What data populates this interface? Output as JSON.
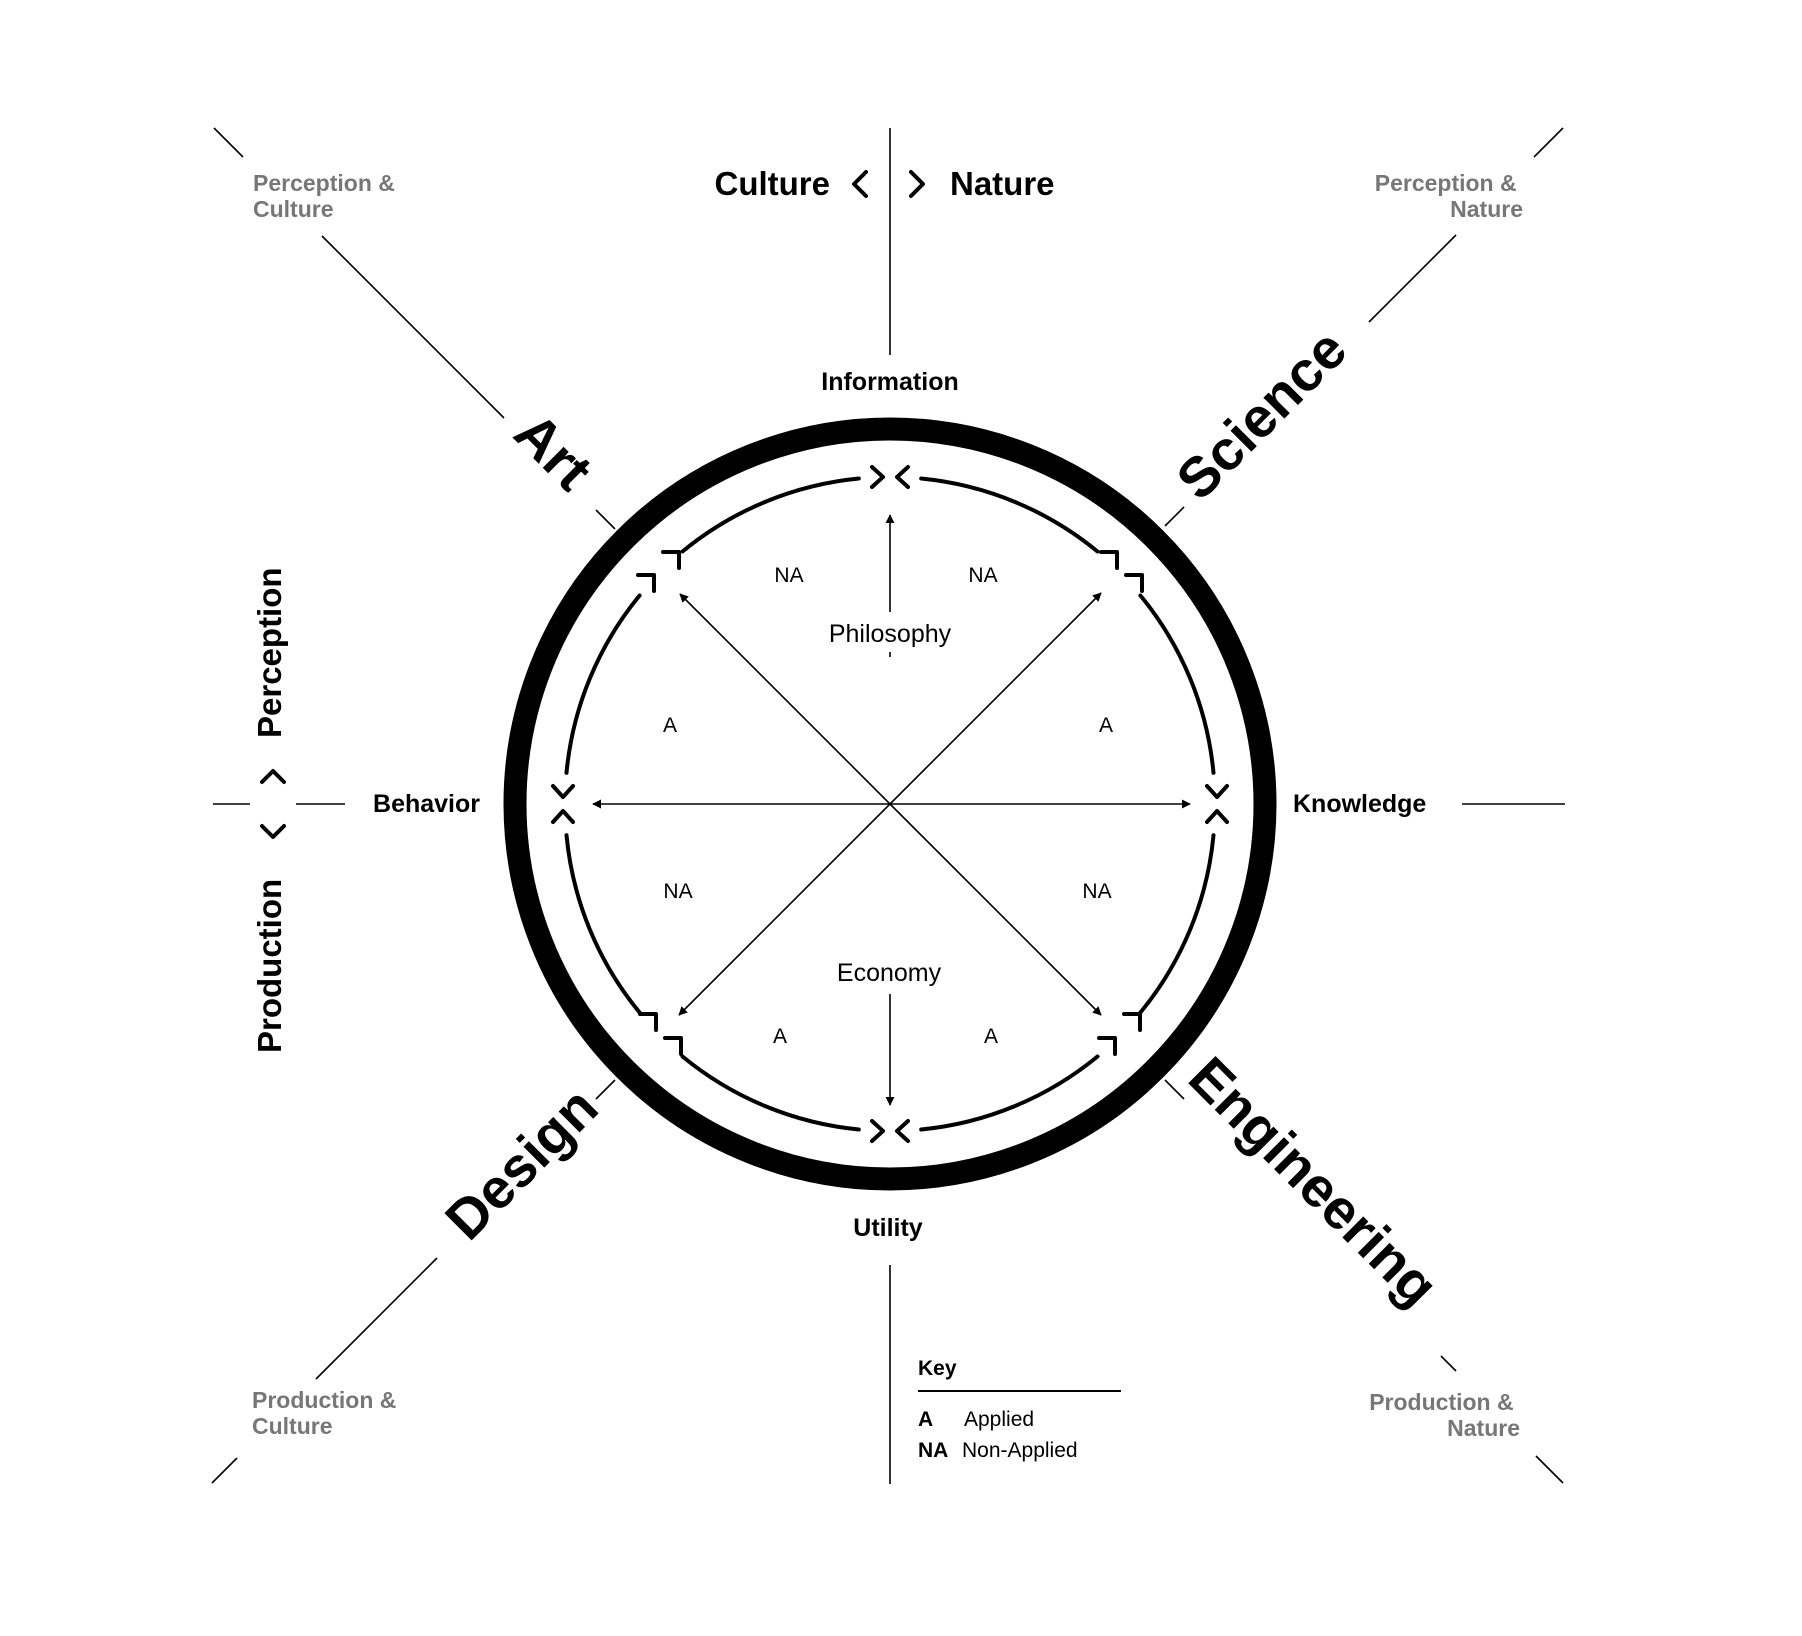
{
  "colors": {
    "ink": "#000000",
    "muted": "#777777",
    "background": "#ffffff"
  },
  "axes": {
    "top_left": "Culture",
    "top_right": "Nature",
    "left_top": "Perception",
    "left_bottom": "Production"
  },
  "nodes": {
    "top": "Information",
    "bottom": "Utility",
    "left": "Behavior",
    "right": "Knowledge"
  },
  "disciplines": {
    "art": "Art",
    "science": "Science",
    "design": "Design",
    "engineering": "Engineering"
  },
  "corners": {
    "top_left": [
      "Perception &",
      "Culture"
    ],
    "top_right": [
      "Perception &",
      "Nature"
    ],
    "bottom_left": [
      "Production &",
      "Culture"
    ],
    "bottom_right": [
      "Production &",
      "Nature"
    ]
  },
  "inner": {
    "philosophy": "Philosophy",
    "economy": "Economy",
    "sectors": {
      "n_nw": "NA",
      "n_ne": "NA",
      "w_nw": "A",
      "e_ne": "A",
      "w_sw": "NA",
      "e_se": "NA",
      "s_sw": "A",
      "s_se": "A"
    }
  },
  "key": {
    "title": "Key",
    "items": [
      {
        "code": "A",
        "label": "Applied"
      },
      {
        "code": "NA",
        "label": "Non-Applied"
      }
    ]
  }
}
